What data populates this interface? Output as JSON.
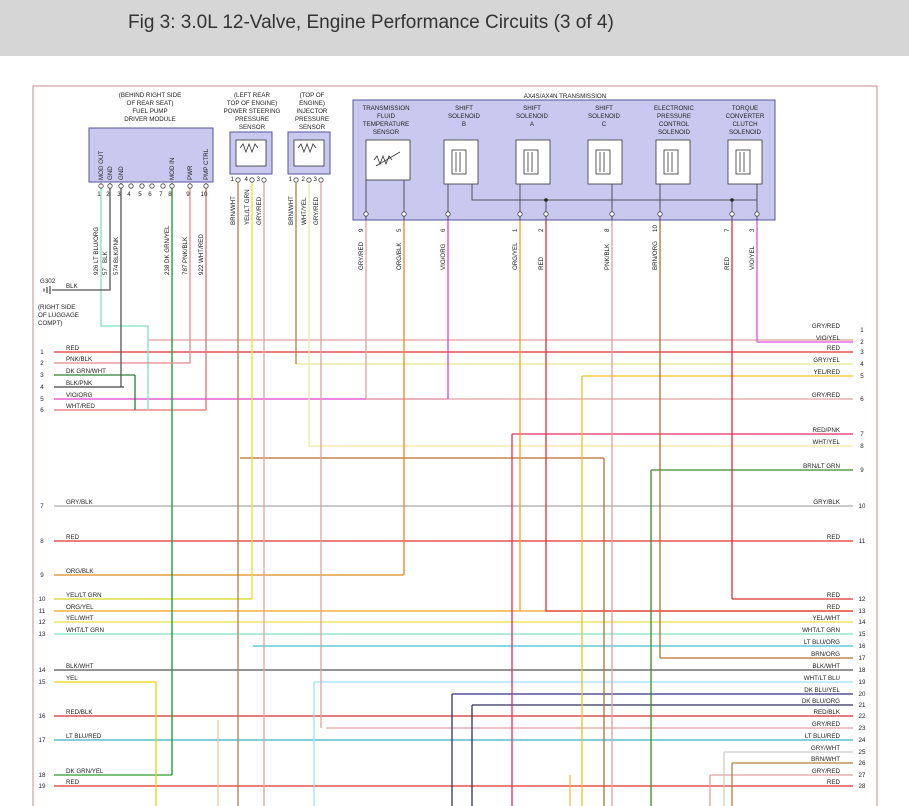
{
  "title": "Fig 3: 3.0L 12-Valve, Engine Performance Circuits (3 of 4)",
  "colors": {
    "header_bg": "#d6d6d6",
    "module_fill": "#c9c9ef",
    "module_stroke": "#555599",
    "frame": "#c48f8f"
  },
  "components": {
    "fuel_pump": {
      "caption": [
        "(BEHIND RIGHT SIDE",
        "OF REAR SEAT)",
        "FUEL PUMP",
        "DRIVER MODULE"
      ],
      "pin_labels": [
        "MOD OUT",
        "GND",
        "GND",
        "",
        "",
        "",
        "MOD IN",
        "PWR",
        "PMP CTRL"
      ],
      "pin_numbers": [
        "1",
        "2",
        "3",
        "4",
        "5",
        "6",
        "7",
        "8",
        "9",
        "10"
      ],
      "wire_labels": [
        "LT BLU/ORG",
        "BLK",
        "BLK/PNK",
        "DK GRN/YEL",
        "PNK/BLK",
        "WHT/RED"
      ],
      "circuit_numbers": [
        "926",
        "57",
        "574",
        "238",
        "787",
        "922"
      ]
    },
    "ps_sensor": {
      "caption": [
        "(LEFT REAR",
        "TOP OF ENGINE)",
        "POWER STEERING",
        "PRESSURE",
        "SENSOR"
      ],
      "pins": [
        "1",
        "4",
        "3"
      ],
      "wire_labels": [
        "BRN/WHT",
        "YEL/LT GRN",
        "GRY/RED"
      ]
    },
    "inj_sensor": {
      "caption": [
        "(TOP OF",
        "ENGINE)",
        "INJECTOR",
        "PRESSURE",
        "SENSOR"
      ],
      "pins": [
        "1",
        "2",
        "3"
      ],
      "wire_labels": [
        "BRN/WHT",
        "WHT/YEL",
        "GRY/RED"
      ]
    },
    "transmission": {
      "caption": "AX4S/AX4N TRANSMISSION",
      "components": [
        {
          "label": [
            "TRANSMISSION",
            "FLUID",
            "TEMPERATURE",
            "SENSOR"
          ]
        },
        {
          "label": [
            "SHIFT",
            "SOLENOID",
            "B"
          ]
        },
        {
          "label": [
            "SHIFT",
            "SOLENOID",
            "A"
          ]
        },
        {
          "label": [
            "SHIFT",
            "SOLENOID",
            "C"
          ]
        },
        {
          "label": [
            "ELECTRONIC",
            "PRESSURE",
            "CONTROL",
            "SOLENOID"
          ]
        },
        {
          "label": [
            "TORQUE",
            "CONVERTER",
            "CLUTCH",
            "SOLENOID"
          ]
        }
      ],
      "pins": [
        {
          "num": "9",
          "wire": "GRY/RED"
        },
        {
          "num": "5",
          "wire": "ORG/BLK"
        },
        {
          "num": "6",
          "wire": "VIO/ORG"
        },
        {
          "num": "1",
          "wire": "ORG/YEL"
        },
        {
          "num": "2",
          "wire": "RED"
        },
        {
          "num": "8",
          "wire": "PNK/BLK"
        },
        {
          "num": "10",
          "wire": "BRN/ORG"
        },
        {
          "num": "7",
          "wire": "RED"
        },
        {
          "num": "3",
          "wire": "VIO/YEL"
        }
      ]
    },
    "ground": {
      "label": "G302",
      "wire": "BLK",
      "location": [
        "(RIGHT SIDE",
        "OF LUGGAGE",
        "COMPT)"
      ]
    }
  },
  "left_connector": [
    {
      "num": "1",
      "label": "RED",
      "color": "#e03030"
    },
    {
      "num": "2",
      "label": "PNK/BLK",
      "color": "#e08a8a"
    },
    {
      "num": "3",
      "label": "DK GRN/WHT",
      "color": "#2e7d32"
    },
    {
      "num": "4",
      "label": "BLK/PNK",
      "color": "#333333"
    },
    {
      "num": "5",
      "label": "VIO/ORG",
      "color": "#e040d0"
    },
    {
      "num": "6",
      "label": "WHT/RED",
      "color": "#e07070"
    },
    {
      "num": "7",
      "label": "GRY/BLK",
      "color": "#aaaaaa"
    },
    {
      "num": "8",
      "label": "RED",
      "color": "#e03030"
    },
    {
      "num": "9",
      "label": "ORG/BLK",
      "color": "#e08a20"
    },
    {
      "num": "10",
      "label": "YEL/LT GRN",
      "color": "#d8d820"
    },
    {
      "num": "11",
      "label": "ORG/YEL",
      "color": "#f0a020"
    },
    {
      "num": "12",
      "label": "YEL/WHT",
      "color": "#e8e040"
    },
    {
      "num": "13",
      "label": "WHT/LT GRN",
      "color": "#80e0c0"
    },
    {
      "num": "14",
      "label": "BLK/WHT",
      "color": "#555555"
    },
    {
      "num": "15",
      "label": "YEL",
      "color": "#e8d010"
    },
    {
      "num": "16",
      "label": "RED/BLK",
      "color": "#d03030"
    },
    {
      "num": "17",
      "label": "LT BLU/RED",
      "color": "#40b0c0"
    },
    {
      "num": "18",
      "label": "DK GRN/YEL",
      "color": "#2e9d32"
    },
    {
      "num": "19",
      "label": "RED",
      "color": "#e03030"
    }
  ],
  "right_connector": [
    {
      "num": "1",
      "label": "GRY/RED",
      "color": "#e0a0a0"
    },
    {
      "num": "2",
      "label": "VIO/YEL",
      "color": "#e050e0"
    },
    {
      "num": "3",
      "label": "RED",
      "color": "#e03030"
    },
    {
      "num": "4",
      "label": "GRY/YEL",
      "color": "#e8e890"
    },
    {
      "num": "5",
      "label": "YEL/RED",
      "color": "#f0c020"
    },
    {
      "num": "6",
      "label": "GRY/RED",
      "color": "#e0a0a0"
    },
    {
      "num": "7",
      "label": "RED/PNK",
      "color": "#e03060"
    },
    {
      "num": "8",
      "label": "WHT/YEL",
      "color": "#f0e8a0"
    },
    {
      "num": "9",
      "label": "BRN/LT GRN",
      "color": "#3a8a2a"
    },
    {
      "num": "10",
      "label": "GRY/BLK",
      "color": "#aaaaaa"
    },
    {
      "num": "11",
      "label": "RED",
      "color": "#e03030"
    },
    {
      "num": "12",
      "label": "RED",
      "color": "#e03030"
    },
    {
      "num": "13",
      "label": "RED",
      "color": "#e03030"
    },
    {
      "num": "14",
      "label": "YEL/WHT",
      "color": "#e8e040"
    },
    {
      "num": "15",
      "label": "WHT/LT GRN",
      "color": "#80e0c0"
    },
    {
      "num": "16",
      "label": "LT BLU/ORG",
      "color": "#40c0d0"
    },
    {
      "num": "17",
      "label": "BRN/ORG",
      "color": "#b07030"
    },
    {
      "num": "18",
      "label": "BLK/WHT",
      "color": "#555555"
    },
    {
      "num": "19",
      "label": "WHT/LT BLU",
      "color": "#a0e0f0"
    },
    {
      "num": "20",
      "label": "DK BLU/YEL",
      "color": "#303080"
    },
    {
      "num": "21",
      "label": "DK BLU/ORG",
      "color": "#303060"
    },
    {
      "num": "22",
      "label": "RED/BLK",
      "color": "#d03030"
    },
    {
      "num": "23",
      "label": "GRY/RED",
      "color": "#e0a0a0"
    },
    {
      "num": "24",
      "label": "LT BLU/RED",
      "color": "#40b0c0"
    },
    {
      "num": "25",
      "label": "GRY/WHT",
      "color": "#cccccc"
    },
    {
      "num": "26",
      "label": "BRN/WHT",
      "color": "#b08040"
    },
    {
      "num": "27",
      "label": "GRY/RED",
      "color": "#e0a0a0"
    },
    {
      "num": "28",
      "label": "RED",
      "color": "#e03030"
    }
  ]
}
